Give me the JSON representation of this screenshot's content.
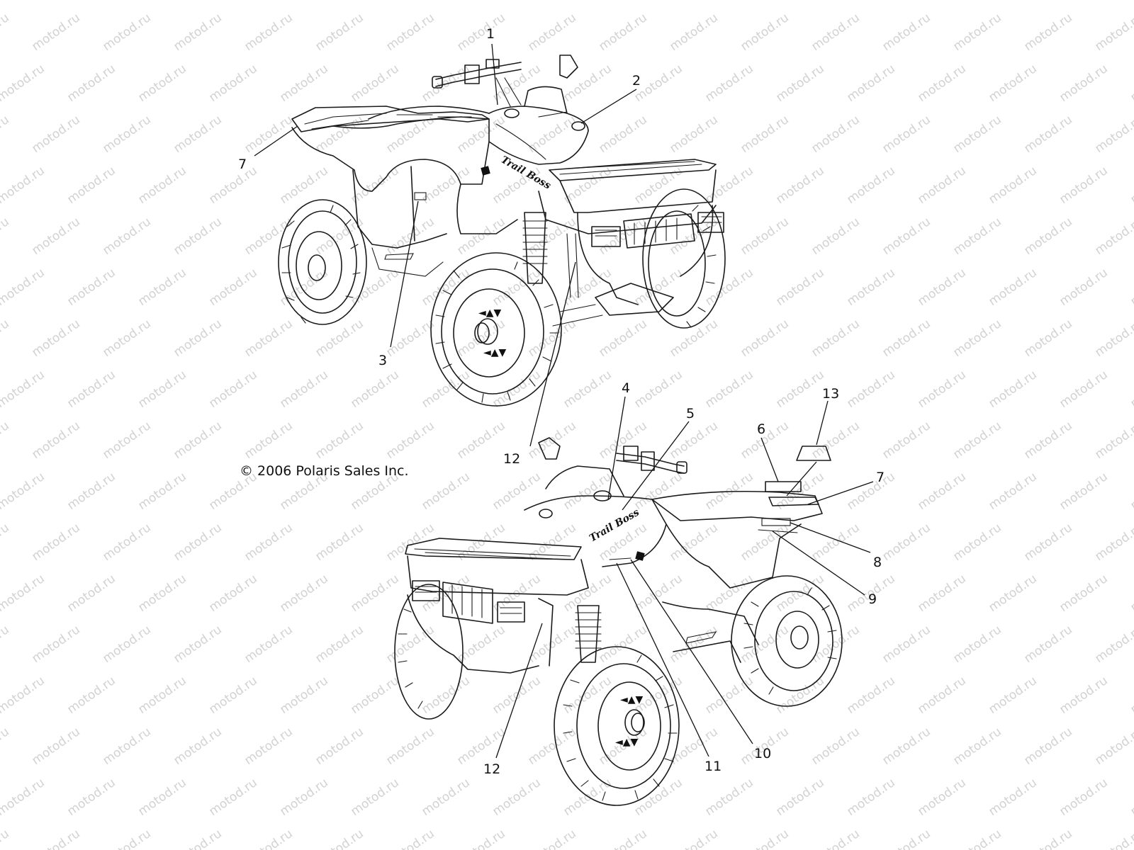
{
  "watermark": {
    "text": "motod.ru",
    "color": "#d2d2d2"
  },
  "copyright": "© 2006 Polaris Sales Inc.",
  "brand_decal": "Trail Boss",
  "callouts": [
    {
      "id": "c1",
      "label": "1"
    },
    {
      "id": "c2",
      "label": "2"
    },
    {
      "id": "c3",
      "label": "3"
    },
    {
      "id": "c7a",
      "label": "7"
    },
    {
      "id": "c12a",
      "label": "12"
    },
    {
      "id": "c4",
      "label": "4"
    },
    {
      "id": "c5",
      "label": "5"
    },
    {
      "id": "c6",
      "label": "6"
    },
    {
      "id": "c13",
      "label": "13"
    },
    {
      "id": "c7b",
      "label": "7"
    },
    {
      "id": "c8",
      "label": "8"
    },
    {
      "id": "c9",
      "label": "9"
    },
    {
      "id": "c10",
      "label": "10"
    },
    {
      "id": "c11",
      "label": "11"
    },
    {
      "id": "c12b",
      "label": "12"
    }
  ]
}
